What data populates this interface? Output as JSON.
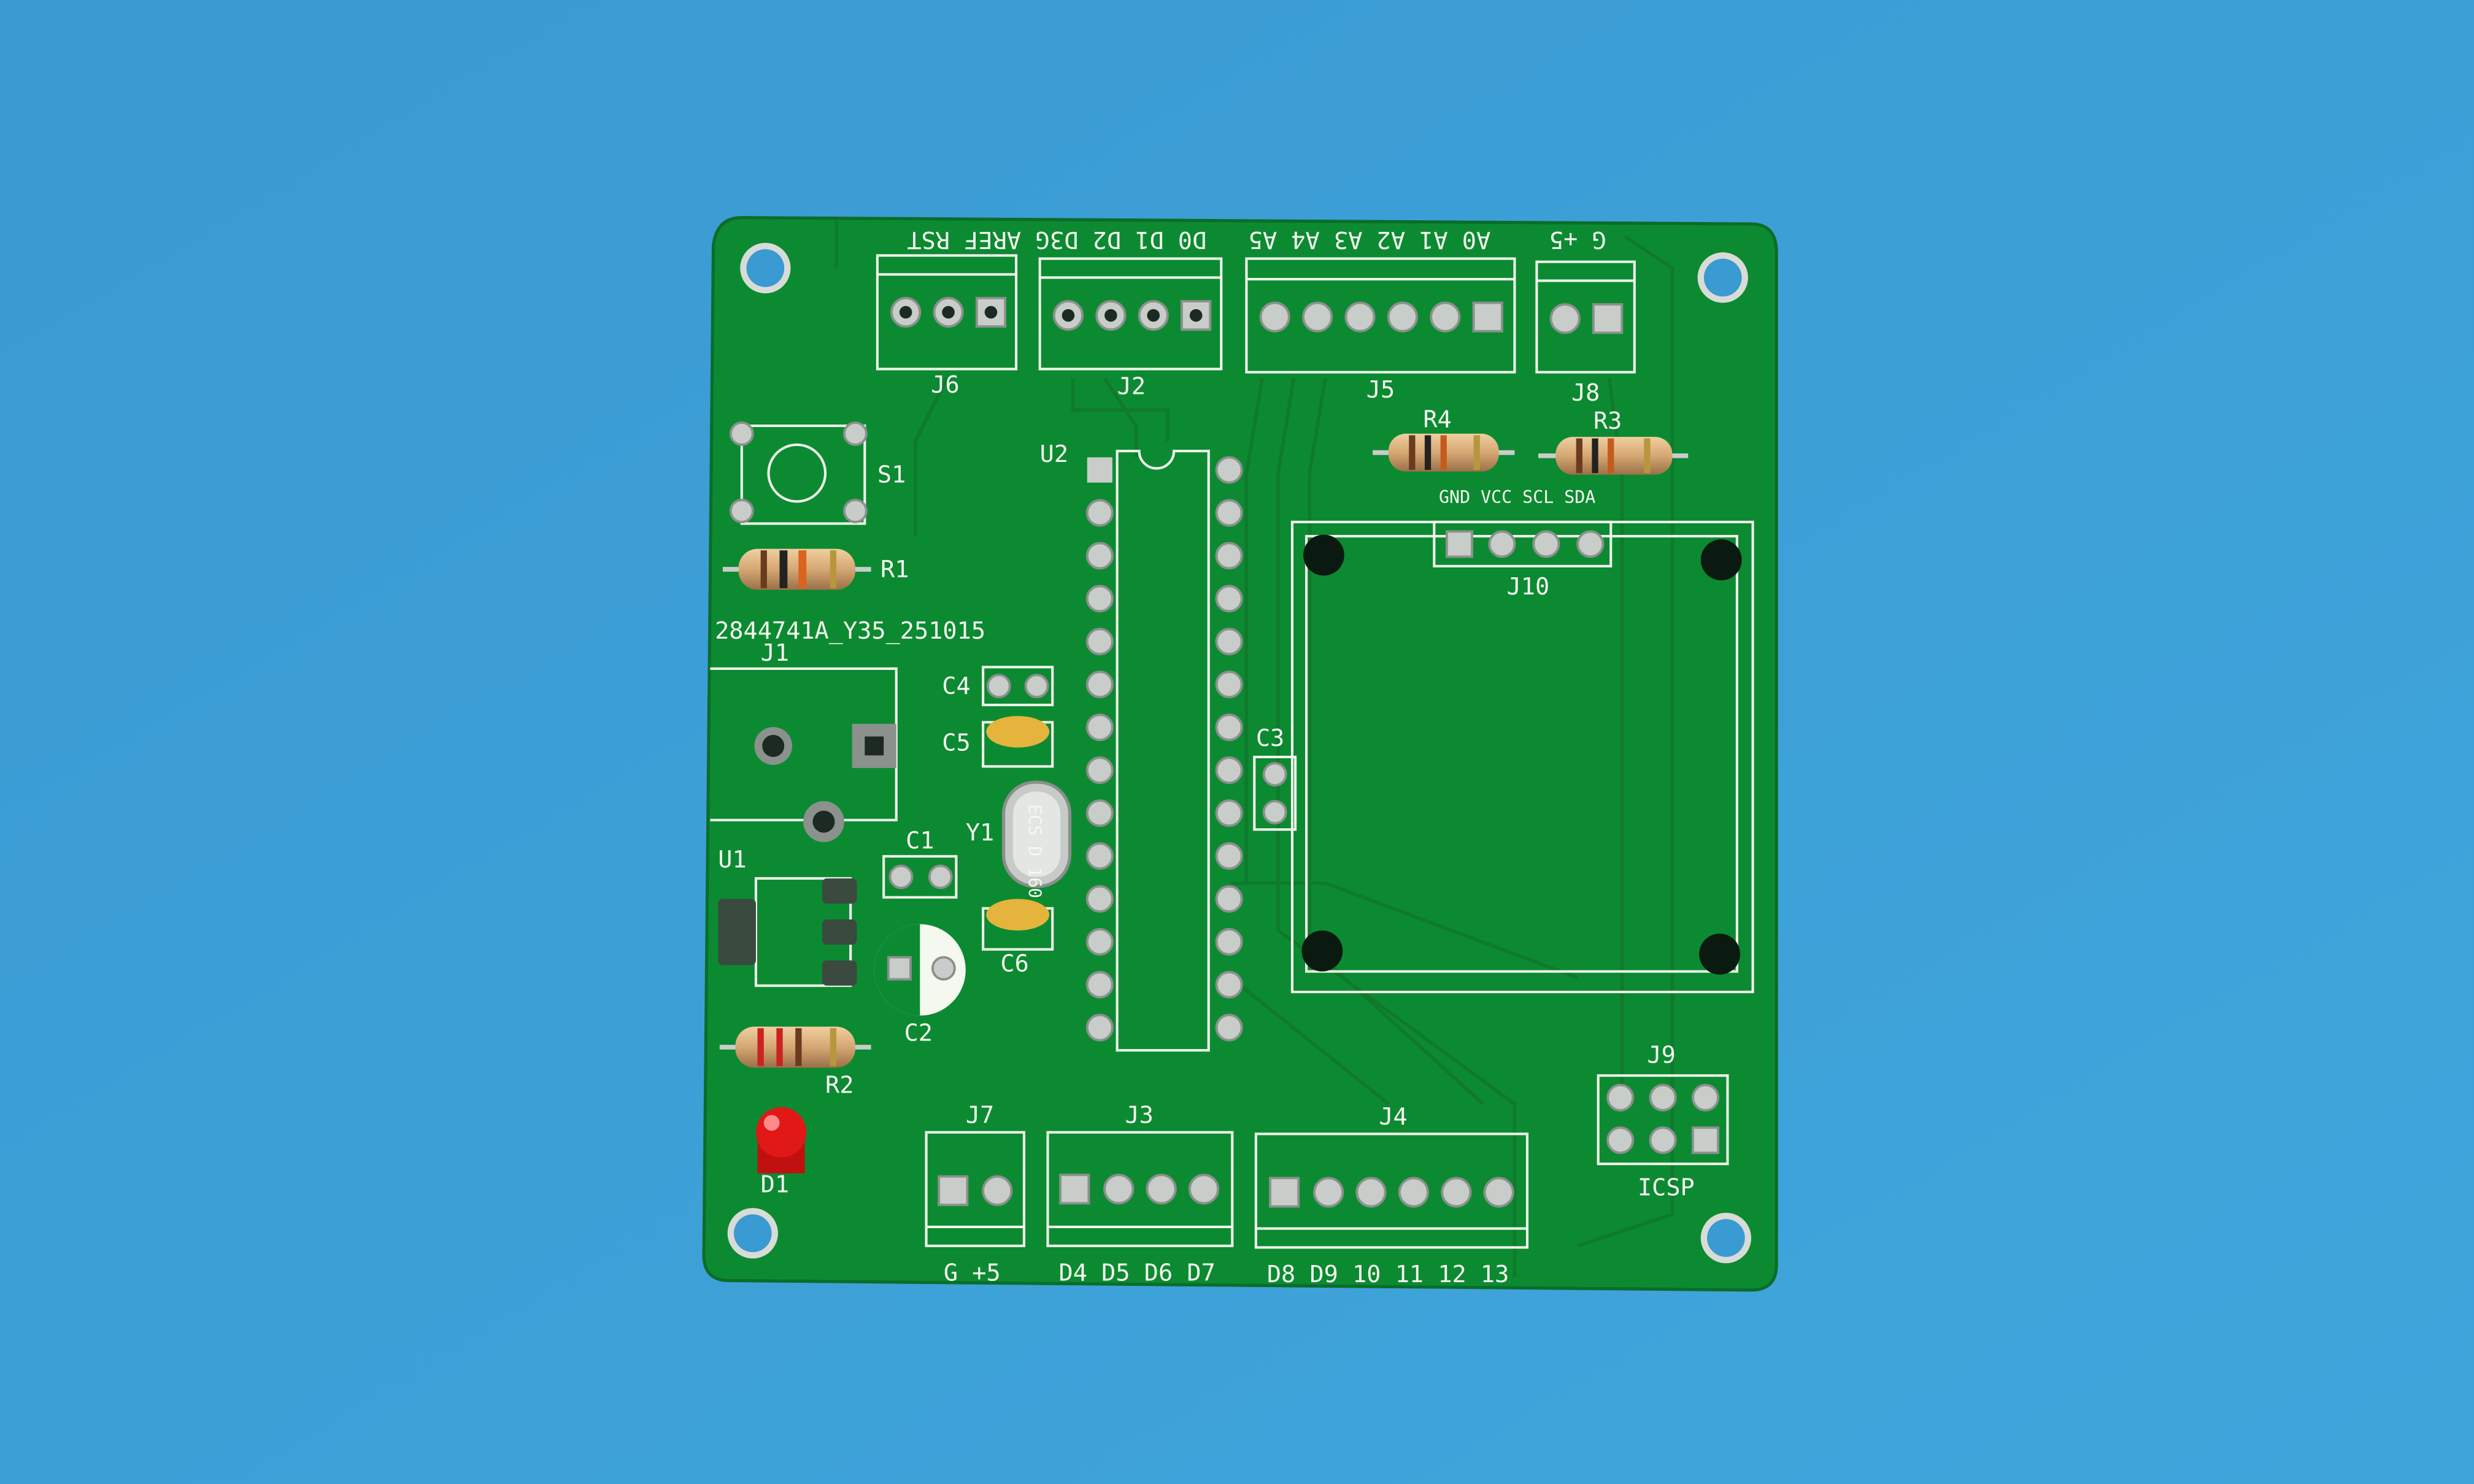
{
  "board": {
    "colors": {
      "background": "#3b9fd6",
      "solder_mask": "#0c8a32",
      "silkscreen": "#f4f8ee",
      "led": "#e01818"
    },
    "serial": "2844741A_Y35_251015",
    "top_labels": [
      "G AREF RST",
      "D0 D1 D2 D3",
      "A0 A1 A2 A3 A4 A5",
      "G +5"
    ],
    "refs": {
      "j6": "J6",
      "j2": "J2",
      "j5": "J5",
      "j8": "J8",
      "r4": "R4",
      "r3": "R3",
      "u2": "U2",
      "s1": "S1",
      "r1": "R1",
      "j1": "J1",
      "c4": "C4",
      "c5": "C5",
      "c3": "C3",
      "j10": "J10",
      "y1": "Y1",
      "c1": "C1",
      "u1": "U1",
      "c2": "C2",
      "c6": "C6",
      "r2": "R2",
      "d1": "D1",
      "j7": "J7",
      "j3": "J3",
      "j4": "J4",
      "j9": "J9"
    },
    "j10_pins": "GND VCC SCL SDA",
    "icsp": "ICSP",
    "bottom_labels": [
      "G +5",
      "D4 D5 D6 D7",
      "D8 D9 10 11 12 13"
    ],
    "crystal_marking": "ECS D 160"
  }
}
